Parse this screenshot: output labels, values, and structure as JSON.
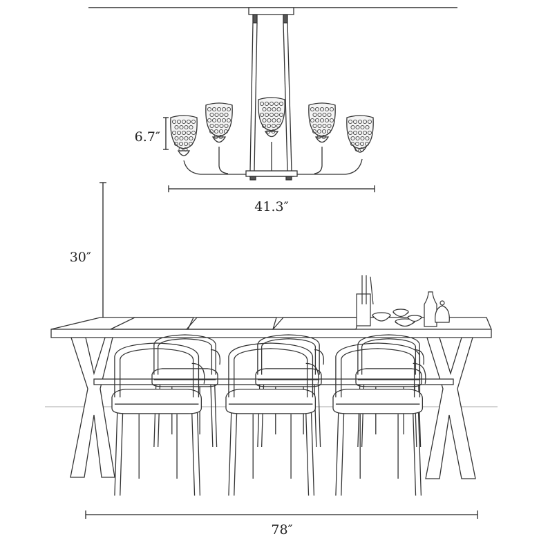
{
  "dimensions": {
    "shade_height": "6.7″",
    "fixture_width": "41.3″",
    "hang_height": "30″",
    "table_length": "78″"
  },
  "fixture": {
    "shade_count": 5
  },
  "scene": {
    "chair_count": 6
  }
}
